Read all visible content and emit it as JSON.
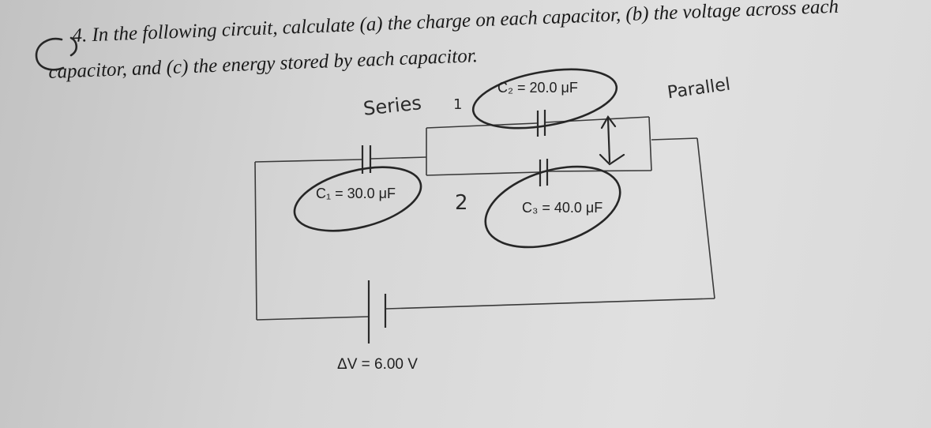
{
  "problem": {
    "number": "4.",
    "line1": "In the following circuit, calculate (a) the charge on each capacitor, (b) the voltage across each",
    "line2": "capacitor, and (c) the energy stored by each capacitor."
  },
  "circuit": {
    "c1_label": "C₁ = 30.0 μF",
    "c2_label": "C₂ = 20.0 μF",
    "c3_label": "C₃ = 40.0 μF",
    "voltage_label": "ΔV = 6.00 V"
  },
  "handwriting": {
    "part_mark": "C",
    "series_note": "Series",
    "mark_1": "1",
    "mark_2": "2",
    "parallel_note": "Parallel"
  }
}
